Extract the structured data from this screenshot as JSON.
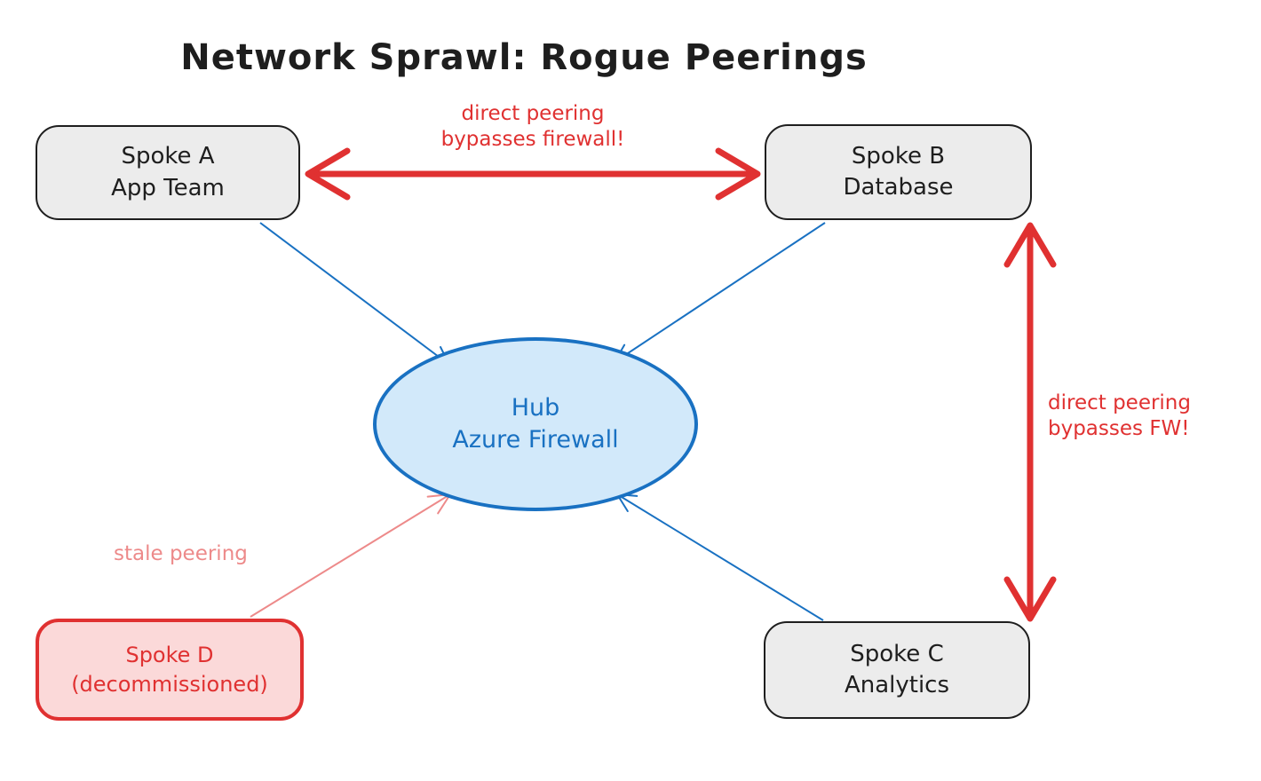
{
  "title": "Network Sprawl: Rogue Peerings",
  "nodes": {
    "spoke_a": {
      "line1": "Spoke A",
      "line2": "App Team"
    },
    "spoke_b": {
      "line1": "Spoke B",
      "line2": "Database"
    },
    "spoke_c": {
      "line1": "Spoke C",
      "line2": "Analytics"
    },
    "spoke_d": {
      "line1": "Spoke D",
      "line2": "(decommissioned)"
    },
    "hub": {
      "line1": "Hub",
      "line2": "Azure Firewall"
    }
  },
  "edge_labels": {
    "ab": {
      "line1": "direct peering",
      "line2": "bypasses firewall!"
    },
    "bc": {
      "line1": "direct peering",
      "line2": "bypasses FW!"
    },
    "stale": {
      "line1": "stale peering"
    }
  },
  "colors": {
    "ink": "#1e1e1e",
    "alert_red": "#e03131",
    "stale_red": "#ed8a8a",
    "blue": "#1971c2",
    "hub_fill": "#d2e9fa",
    "spoke_fill": "#ececec",
    "decommissioned_fill": "#fbd9d9"
  }
}
